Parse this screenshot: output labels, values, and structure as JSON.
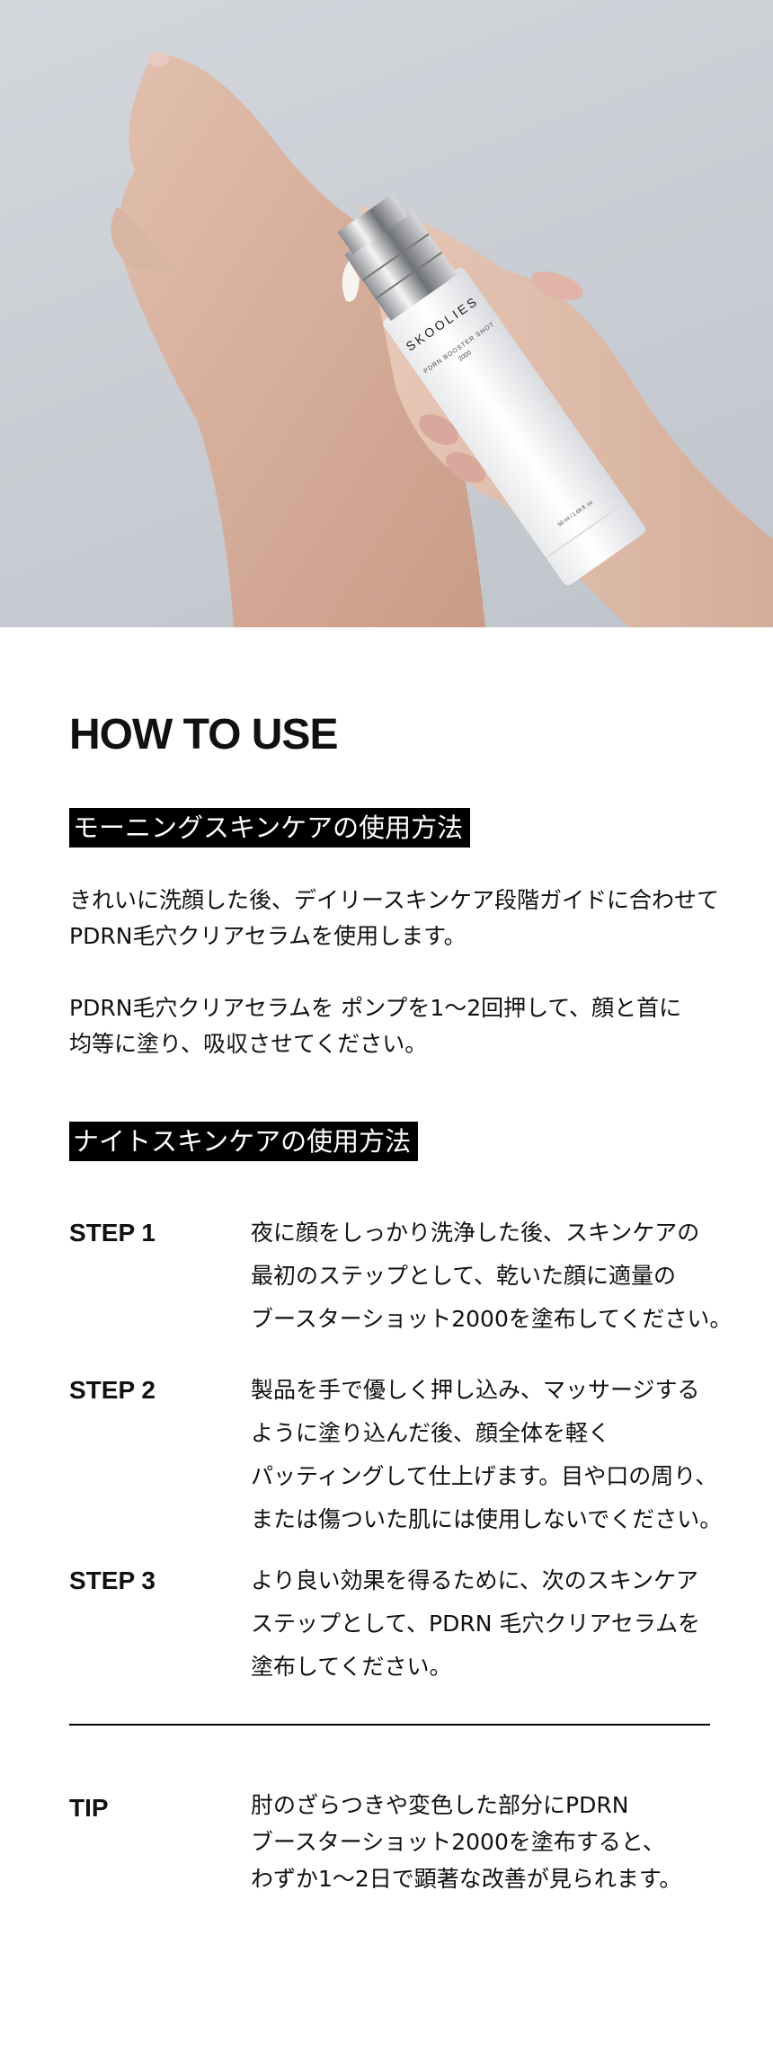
{
  "hero": {
    "brand_logo": "SKOOLIES",
    "product_label": "PDRN BOOSTER SHOT",
    "product_number": "2000",
    "volume_label": "50 ml / 1.69 fl. oz"
  },
  "title": "HOW TO USE",
  "morning": {
    "heading": "モーニングスキンケアの使用方法",
    "paragraphs": [
      [
        "きれいに洗顔した後、デイリースキンケア段階ガイドに合わせて",
        "PDRN毛穴クリアセラムを使用します。"
      ],
      [
        "PDRN毛穴クリアセラムを ポンプを1～2回押して、顔と首に",
        "均等に塗り、吸収させてください。"
      ]
    ]
  },
  "night": {
    "heading": "ナイトスキンケアの使用方法",
    "steps": [
      {
        "label": "STEP 1",
        "lines": [
          "夜に顔をしっかり洗浄した後、スキンケアの",
          "最初のステップとして、乾いた顔に適量の",
          "ブースターショット2000を塗布してください。"
        ]
      },
      {
        "label": "STEP 2",
        "lines": [
          "製品を手で優しく押し込み、マッサージする",
          "ように塗り込んだ後、顔全体を軽く",
          "パッティングして仕上げます。目や口の周り、",
          "または傷ついた肌には使用しないでください。"
        ]
      },
      {
        "label": "STEP 3",
        "lines": [
          "より良い効果を得るために、次のスキンケア",
          "ステップとして、PDRN 毛穴クリアセラムを",
          "塗布してください。"
        ]
      }
    ]
  },
  "tip": {
    "label": "TIP",
    "lines": [
      "肘のざらつきや変色した部分にPDRN",
      "ブースターショット2000を塗布すると、",
      "わずか1～2日で顕著な改善が見られます。"
    ]
  }
}
